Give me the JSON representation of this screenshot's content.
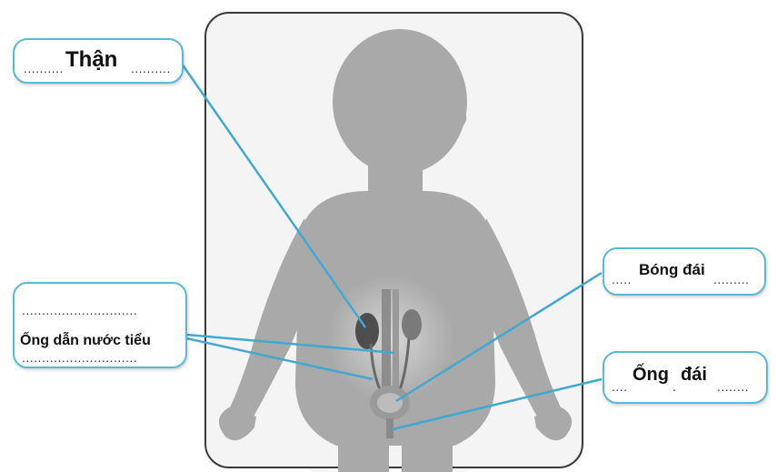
{
  "diagram": {
    "labels": {
      "than": "Thận",
      "ong_dan_nuoc_tieu": "Ống dẫn nước tiểu",
      "bong_dai": "Bóng đái",
      "ong_dai_prefix": "Ống",
      "ong_dai_suffix": "đái"
    }
  },
  "colors": {
    "leader_line": "#3fa9d0",
    "box_border": "#5bb8d6",
    "body_fill": "#a9a9a9",
    "kidney": "#4e4e4e"
  }
}
